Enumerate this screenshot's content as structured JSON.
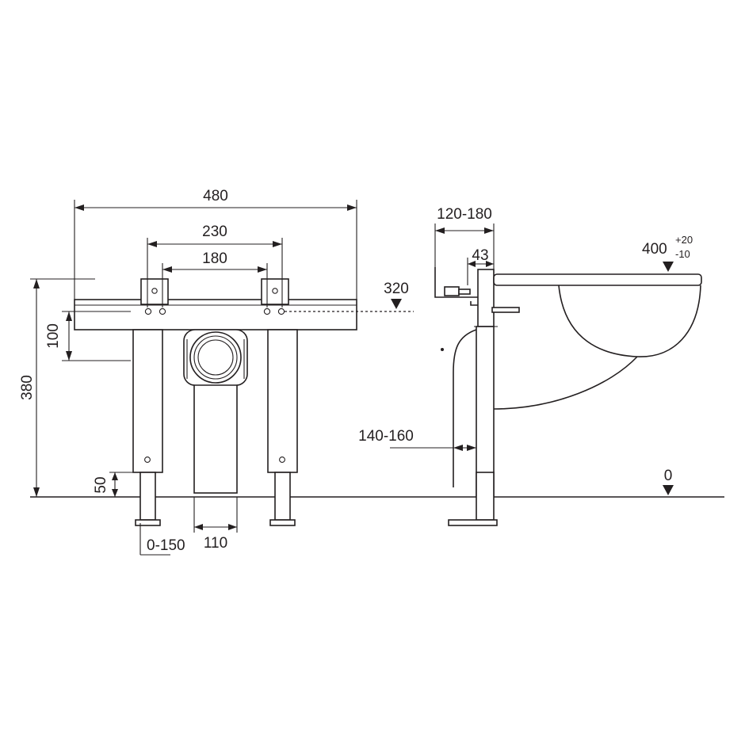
{
  "dimensions": {
    "width_total": "480",
    "bolt_outer": "230",
    "bolt_inner": "180",
    "height_total": "380",
    "bar_height": "100",
    "foot_height": "50",
    "foot_adjust": "0-150",
    "pipe_width": "110",
    "wall_depth": "120-180",
    "bracket_offset": "43",
    "panel_offset": "140-160",
    "basin_height": "400",
    "basin_height_tol_plus": "+20",
    "basin_height_tol_minus": "-10",
    "level_320": "320",
    "level_0": "0"
  }
}
